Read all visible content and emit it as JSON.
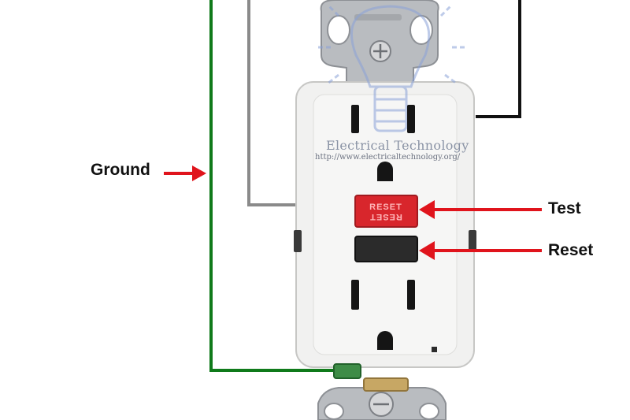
{
  "labels": {
    "ground": "Ground",
    "test": "Test",
    "reset": "Reset"
  },
  "device": {
    "reset_button_text": "RESET"
  },
  "watermark": {
    "title": "Electrical Technology",
    "url": "http://www.electricaltechnology.org/"
  },
  "colors": {
    "ground_wire": "#0f7a1a",
    "neutral_wire": "#8a8a8a",
    "hot_wire": "#111111",
    "arrow": "#e0141c",
    "reset_button": "#d8262c",
    "test_button": "#2b2b2b",
    "receptacle_body": "#f1f1f0"
  }
}
